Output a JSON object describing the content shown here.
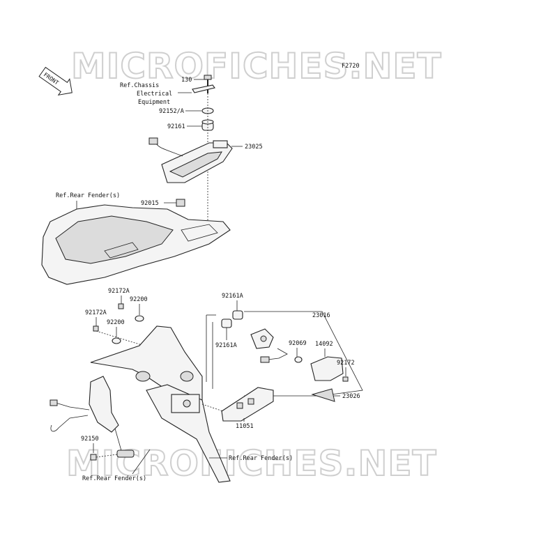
{
  "figure_code": "F2720",
  "watermark": "MICROFICHES.NET",
  "front_indicator": "FRONT",
  "reference_notes": {
    "chassis": [
      "Ref.Chassis",
      "Electrical",
      "Equipment"
    ],
    "rear_fender_top": "Ref.Rear Fender(s)",
    "rear_fender_right": "Ref.Rear Fender(s)",
    "rear_fender_bottom": "Ref.Rear Fender(s)"
  },
  "parts": {
    "p130": "130",
    "p92152A": "92152/A",
    "p92161": "92161",
    "p23025": "23025",
    "p92015": "92015",
    "p92172A_1": "92172A",
    "p92200_1": "92200",
    "p92172A_2": "92172A",
    "p92200_2": "92200",
    "p92161A_1": "92161A",
    "p92161A_2": "92161A",
    "p23016": "23016",
    "p92069": "92069",
    "p14092": "14092",
    "p92172": "92172",
    "p23026": "23026",
    "p11051": "11051",
    "p92150": "92150"
  }
}
